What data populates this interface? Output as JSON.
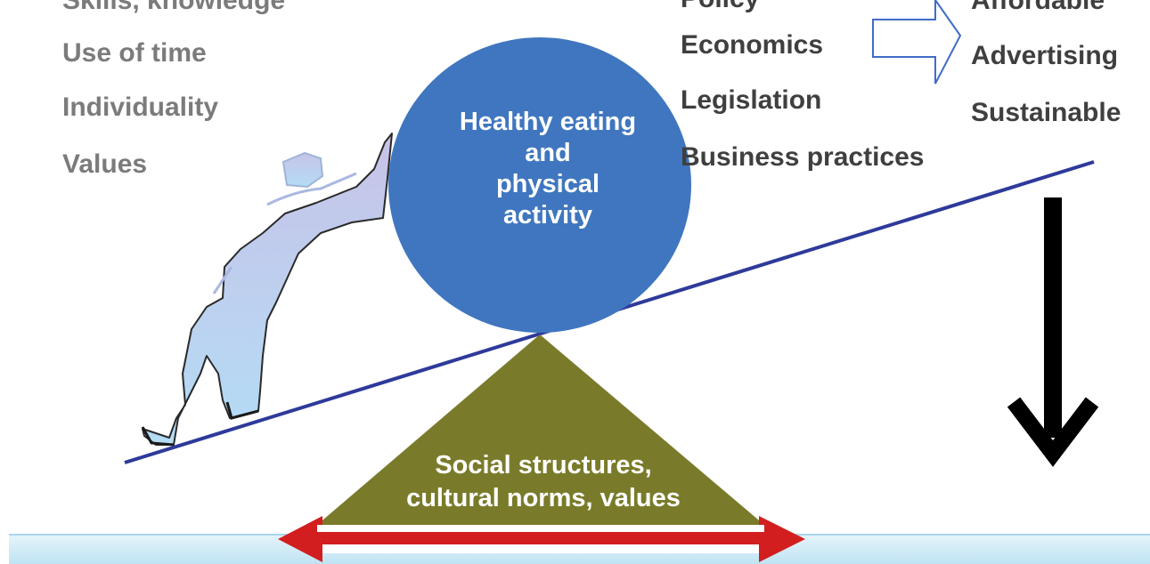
{
  "left_factors": [
    "Skills, knowledge",
    "Use of time",
    "Individuality",
    "Values"
  ],
  "middle_factors": [
    "Policy",
    "Economics",
    "Legislation",
    "Business practices"
  ],
  "right_factors": [
    "Affordable",
    "Advertising",
    "Sustainable"
  ],
  "ball_label": [
    "Healthy eating",
    "and",
    "physical",
    "activity"
  ],
  "fulcrum_label": [
    "Social structures,",
    "cultural norms, values"
  ],
  "colors": {
    "ball": "#3f76bf",
    "lever": "#2e3a9a",
    "fulcrum": "#7a7b2a",
    "arrow_red": "#d21e1e",
    "water": "#cdebf6",
    "figure": "#b9cdeb",
    "label_grey": "#7b7b7b",
    "label_dark": "#3f3f3f"
  },
  "icons": [
    "person-pushing-figure",
    "hollow-right-arrow",
    "down-arrow",
    "double-headed-arrow"
  ]
}
